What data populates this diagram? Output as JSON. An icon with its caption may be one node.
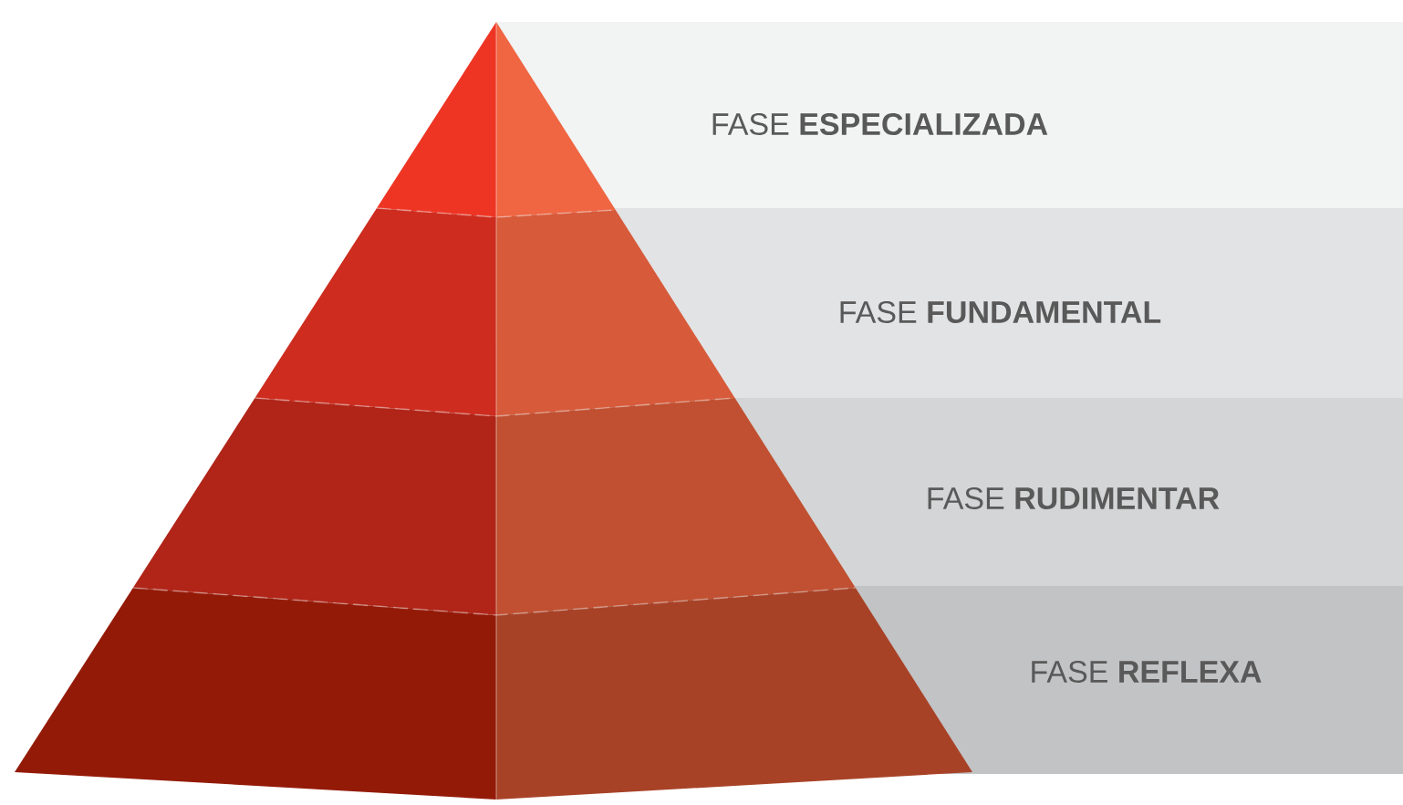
{
  "diagram": {
    "nodes": [
      {
        "text": [
          "FASE **ESPECIALIZADA**"
        ]
      },
      {
        "text": [
          "FASE **FUNDAMENTAL**"
        ]
      },
      {
        "text": [
          "FASE **RUDIMENTAR**"
        ]
      },
      {
        "text": [
          "FASE **REFLEXA**"
        ]
      }
    ]
  }
}
